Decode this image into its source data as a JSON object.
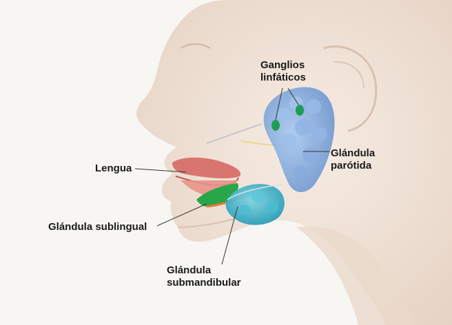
{
  "labels": {
    "ganglios": [
      "Ganglios",
      "linfáticos"
    ],
    "parotida": [
      "Glándula",
      "parótida"
    ],
    "lengua": "Lengua",
    "sublingual": "Glándula sublingual",
    "submandibular": [
      "Glándula",
      "submandibular"
    ]
  },
  "colors": {
    "skin": "#f1e4d8",
    "skin_shadow": "#e3cfbf",
    "parotid": "#8fb6e6",
    "parotid_shadow": "#6f98d0",
    "submandibular": "#2fb4c9",
    "sublingual": "#2aa64a",
    "lymph_node": "#1f9d55",
    "lips": "#d9756f",
    "tongue": "#e8928a",
    "nerve": "#e8d88e"
  }
}
